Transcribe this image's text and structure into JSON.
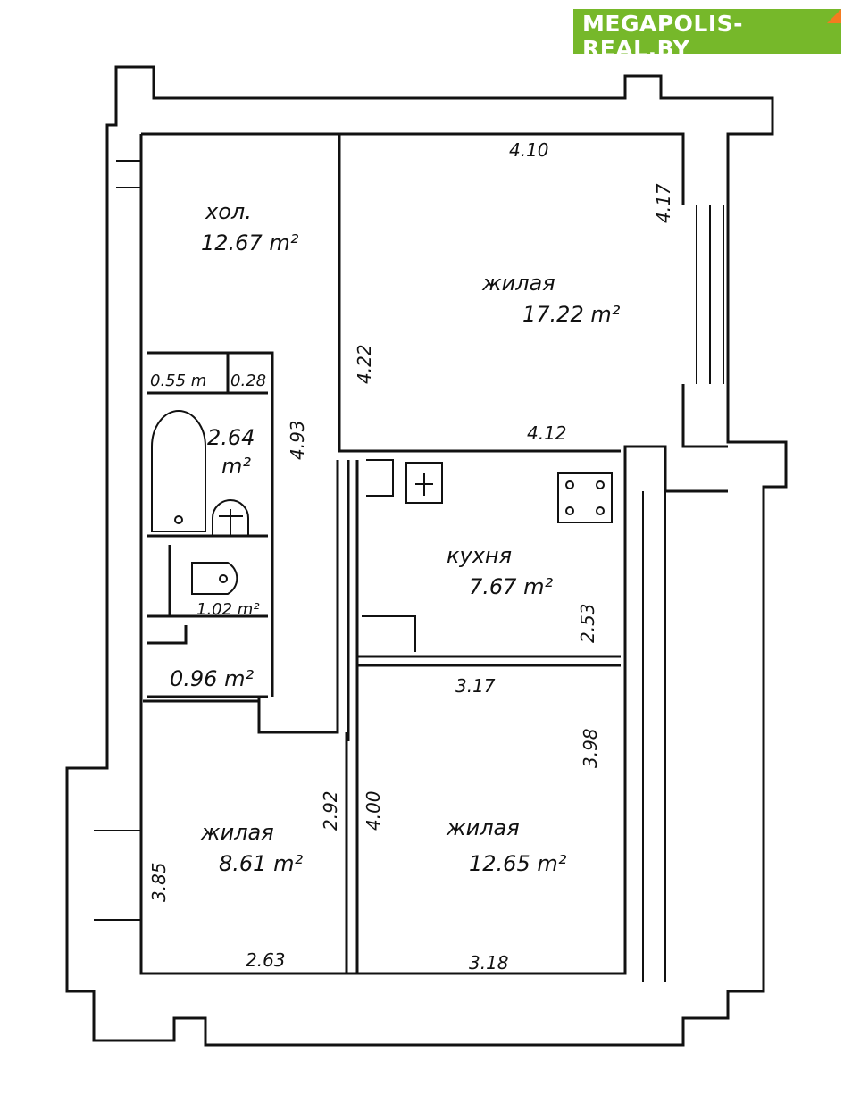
{
  "logo": {
    "title": "MEGAPOLIS-REAL.BY",
    "subtitle": "портал о коммерческой недвижимости в Беларуси"
  },
  "rooms": {
    "hall": {
      "name": "хол.",
      "area": "12.67 m²"
    },
    "living_top": {
      "name": "жилая",
      "area": "17.22 m²"
    },
    "kitchen": {
      "name": "кухня",
      "area": "7.67 m²"
    },
    "living_small": {
      "name": "жилая",
      "area": "8.61 m²"
    },
    "living_right": {
      "name": "жилая",
      "area": "12.65 m²"
    },
    "closet1": {
      "area": "0.55 m"
    },
    "closet2": {
      "area": "0.28"
    },
    "bathroom": {
      "area": "2.64",
      "unit": "m²"
    },
    "toilet": {
      "area": "1.02 m²"
    },
    "storage": {
      "area": "0.96 m²"
    }
  },
  "dimensions": {
    "top_width": "4.10",
    "top_height_right": "4.17",
    "top_height_left": "4.22",
    "top_bottom": "4.12",
    "hall_length": "4.93",
    "kitchen_height": "2.53",
    "kitchen_width": "3.17",
    "right_height": "3.98",
    "small_height": "2.92",
    "right_left": "4.00",
    "small_left": "3.85",
    "small_bottom": "2.63",
    "right_bottom": "3.18"
  }
}
